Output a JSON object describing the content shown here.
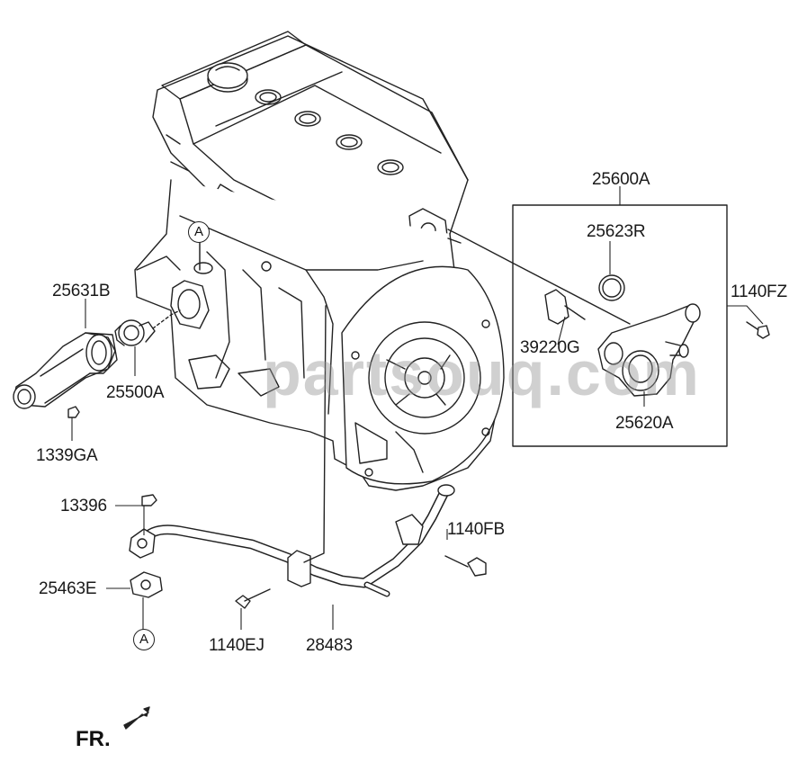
{
  "parts": {
    "p25600A": "25600A",
    "p25623R": "25623R",
    "p1140FZ": "1140FZ",
    "p39220G": "39220G",
    "p25620A": "25620A",
    "p25631B": "25631B",
    "p25500A": "25500A",
    "p1339GA": "1339GA",
    "p13396": "13396",
    "p25463E": "25463E",
    "p1140FB": "1140FB",
    "p1140EJ": "1140EJ",
    "p28483": "28483"
  },
  "markers": {
    "ref_a_top": "A",
    "ref_a_bottom": "A"
  },
  "direction_label": "FR.",
  "watermark": "partsouq.com",
  "colors": {
    "line": "#222222",
    "fill": "#ffffff",
    "watermark": "#969696"
  }
}
